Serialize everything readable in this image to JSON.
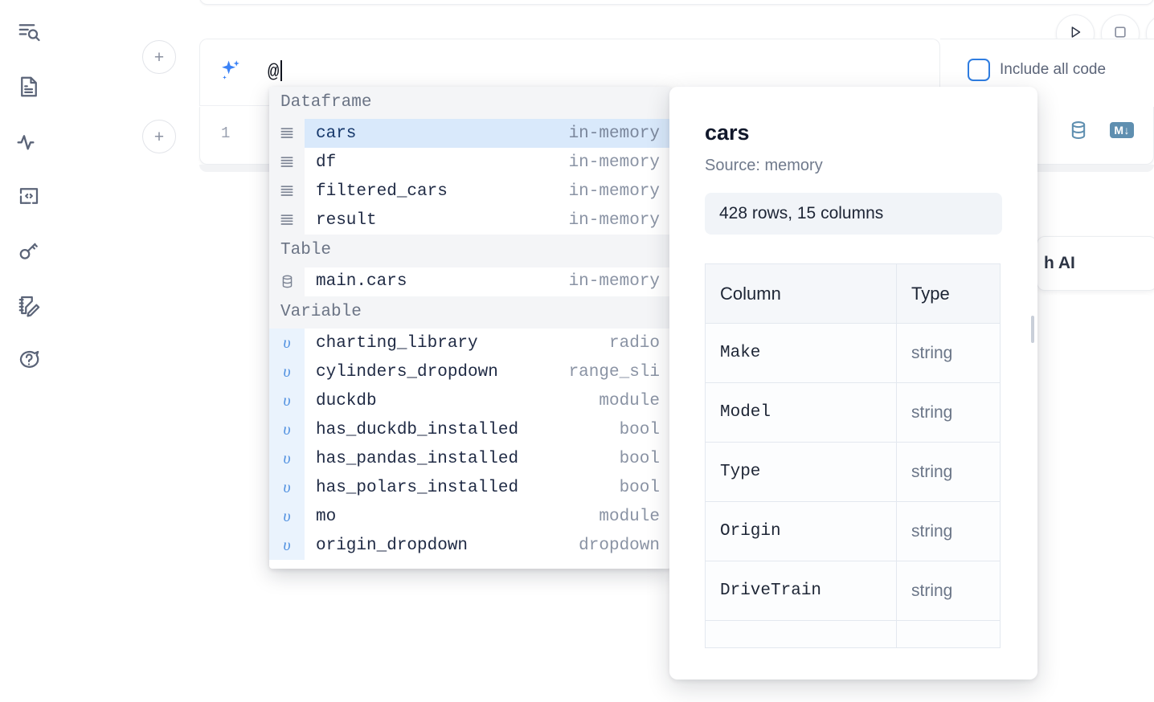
{
  "sidebar": {
    "items": [
      {
        "name": "outline-search-icon",
        "label": "Explore / search outline"
      },
      {
        "name": "file-text-icon",
        "label": "Notebook file"
      },
      {
        "name": "activity-pulse-icon",
        "label": "Runtime activity"
      },
      {
        "name": "code-snippet-icon",
        "label": "Snippets"
      },
      {
        "name": "key-icon",
        "label": "Secrets"
      },
      {
        "name": "scratchpad-edit-icon",
        "label": "Scratchpad"
      },
      {
        "name": "help-chat-icon",
        "label": "Help"
      }
    ]
  },
  "toolbar": {
    "run_label": "Run",
    "stop_label": "Interrupt",
    "more_label": "More"
  },
  "ai_cell": {
    "add_cell_label": "+",
    "sparkle_icon": "ai-sparkle-icon",
    "input_value": "@",
    "include_all_code_label": "Include all code",
    "include_all_code_checked": false
  },
  "code_cell": {
    "line_number": "1",
    "database_icon": "database-icon",
    "markdown_badge": "M",
    "markdown_arrow": "↓"
  },
  "ghost_button": {
    "label": "h AI"
  },
  "autocomplete": {
    "groups": [
      {
        "group": "Dataframe",
        "icon": "dataframe-rows-icon",
        "gutter_kind": "df",
        "items": [
          {
            "name": "cars",
            "kind": "in-memory",
            "selected": true
          },
          {
            "name": "df",
            "kind": "in-memory",
            "selected": false
          },
          {
            "name": "filtered_cars",
            "kind": "in-memory",
            "selected": false
          },
          {
            "name": "result",
            "kind": "in-memory",
            "selected": false
          }
        ]
      },
      {
        "group": "Table",
        "icon": "database-icon",
        "gutter_kind": "table",
        "items": [
          {
            "name": "main.cars",
            "kind": "in-memory",
            "selected": false
          }
        ]
      },
      {
        "group": "Variable",
        "icon": "variable-upsilon-icon",
        "gutter_kind": "var",
        "items": [
          {
            "name": "charting_library",
            "kind": "radio",
            "selected": false
          },
          {
            "name": "cylinders_dropdown",
            "kind": "range_sli",
            "selected": false
          },
          {
            "name": "duckdb",
            "kind": "module",
            "selected": false
          },
          {
            "name": "has_duckdb_installed",
            "kind": "bool",
            "selected": false
          },
          {
            "name": "has_pandas_installed",
            "kind": "bool",
            "selected": false
          },
          {
            "name": "has_polars_installed",
            "kind": "bool",
            "selected": false
          },
          {
            "name": "mo",
            "kind": "module",
            "selected": false
          },
          {
            "name": "origin_dropdown",
            "kind": "dropdown",
            "selected": false
          }
        ]
      }
    ]
  },
  "preview": {
    "title": "cars",
    "source": "Source: memory",
    "shape": "428 rows, 15 columns",
    "columns_header": "Column",
    "type_header": "Type",
    "rows": [
      {
        "column": "Make",
        "type": "string"
      },
      {
        "column": "Model",
        "type": "string"
      },
      {
        "column": "Type",
        "type": "string"
      },
      {
        "column": "Origin",
        "type": "string"
      },
      {
        "column": "DriveTrain",
        "type": "string"
      }
    ]
  },
  "colors": {
    "selection_blue": "#d9e9fb",
    "accent_blue": "#2f7de1",
    "variable_blue": "#4e8fe0",
    "tool_steel": "#5f8fb0",
    "muted_text": "#8a93a4",
    "group_header_bg": "#f4f5f7"
  }
}
